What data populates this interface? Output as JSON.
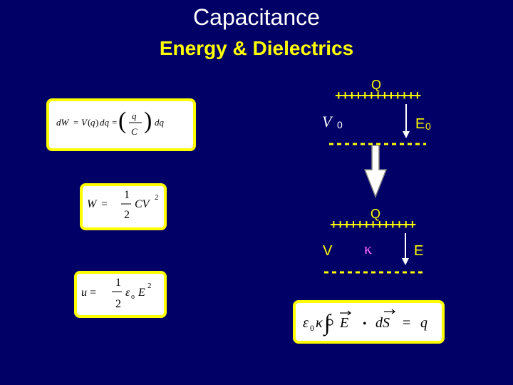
{
  "slide": {
    "title": "Capacitance",
    "subtitle": "Energy & Dielectrics"
  },
  "top_capacitor": {
    "charge_label": "Q",
    "plus_plate": "+++++++++++++",
    "voltage_label": "V",
    "voltage_subscript": "0",
    "field_label": "E",
    "field_subscript": "0"
  },
  "bottom_capacitor": {
    "charge_label": "Q",
    "plus_plate": "+++++++++++++",
    "voltage_label": "V",
    "dielectric_label": "κ",
    "field_label": "E"
  },
  "equations": {
    "dW": "dW = V(q) dq = (q / C) dq",
    "W": "W = ½ C V²",
    "u": "u = ½ ε₀ E²",
    "gauss": "ε₀ κ ∮ E • dS = q"
  },
  "colors": {
    "background": "#000066",
    "title": "#ffffff",
    "subtitle": "#ffff00",
    "box_border": "#ffff00",
    "box_fill": "#ffffff",
    "plate": "#ffff00",
    "label_yellow": "#ffff00",
    "label_white": "#ffffff",
    "kappa": "#ff66ff"
  }
}
